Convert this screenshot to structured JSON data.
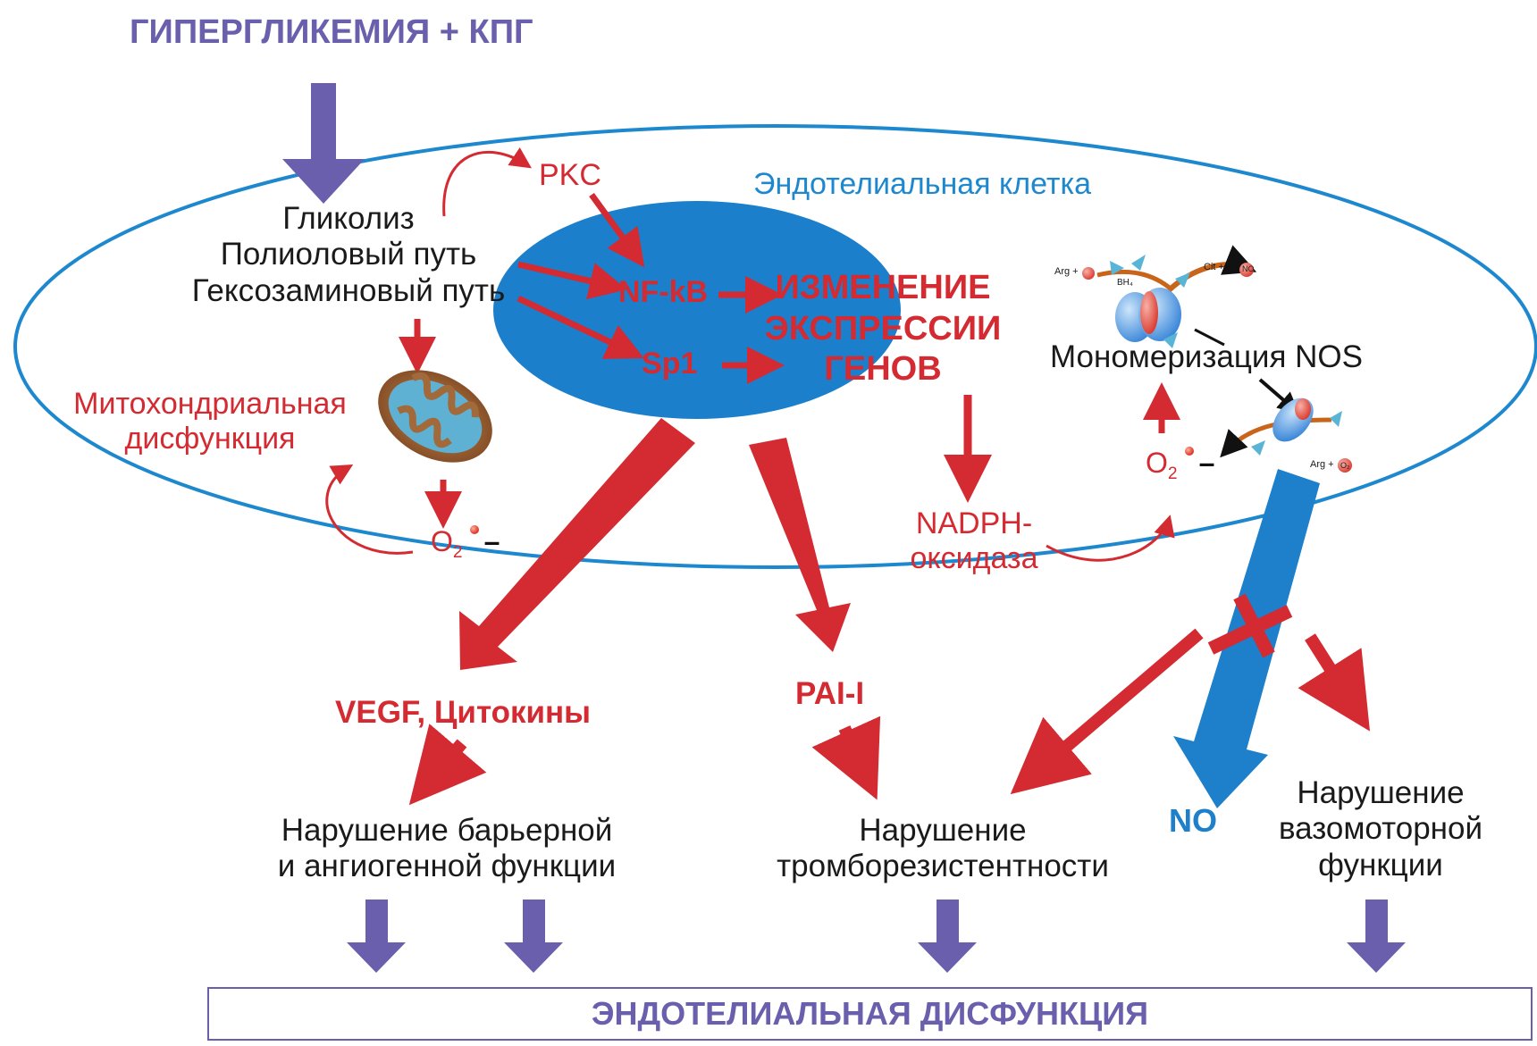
{
  "texts": {
    "title": "ГИПЕРГЛИКЕМИЯ + КПГ",
    "cell_label": "Эндотелиальная клетка",
    "glycolysis": "Гликолиз",
    "polyol": "Полиоловый путь",
    "hexosamine": "Гексозаминовый путь",
    "pkc": "PKC",
    "nfkb": "NF-kB",
    "sp1": "Sp1",
    "gene_line1": "ИЗМЕНЕНИЕ",
    "gene_line2": "ЭКСПРЕССИИ",
    "gene_line3": "ГЕНОВ",
    "mito_line1": "Митохондриальная",
    "mito_line2": "дисфункция",
    "o2": "O",
    "o2_sub": "2",
    "minus": "–",
    "nadph_line1": "NADPH-",
    "nadph_line2": "оксидаза",
    "nos_mono": "Мономеризация NOS",
    "vegf": "VEGF, Цитокины",
    "pai": "PAI-I",
    "no": "NO",
    "barrier_line1": "Нарушение барьерной",
    "barrier_line2": "и ангиогенной функции",
    "thrombo_line1": "Нарушение",
    "thrombo_line2": "тромборезистентности",
    "vaso_line1": "Нарушение",
    "vaso_line2": "вазомоторной",
    "vaso_line3": "функции",
    "endo_dys": "ЭНДОТЕЛИАЛЬНАЯ ДИСФУНКЦИЯ",
    "nos_arg": "Arg +",
    "nos_bh4": "BH₄",
    "nos_cit": "Cit +",
    "nos_no": "NO",
    "nos_arg2": "Arg +",
    "nos_o2": "O₂"
  },
  "colors": {
    "purple": "#6a5fad",
    "red": "#d42a31",
    "blue": "#1e88cf",
    "nucleus": "#1b7fcb",
    "black": "#1a1a1a"
  },
  "icons": [
    "mitochondrion-icon",
    "nos-dimer-icon",
    "nos-monomer-icon",
    "superoxide-radical-icon"
  ]
}
